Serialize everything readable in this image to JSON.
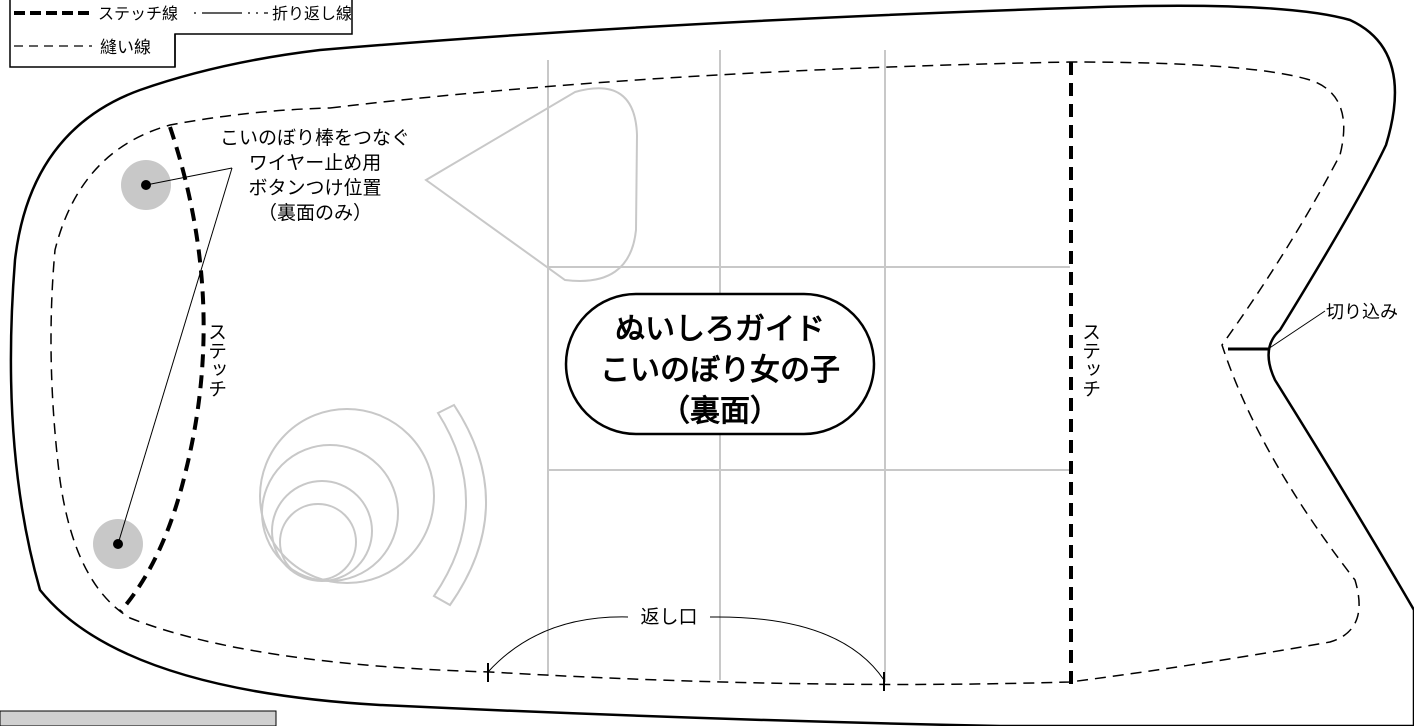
{
  "legend": {
    "stitch_line": "ステッチ線",
    "fold_line": "折り返し線",
    "sewing_line": "縫い線"
  },
  "title": {
    "line1": "ぬいしろガイド",
    "line2": "こいのぼり女の子",
    "line3": "（裏面）"
  },
  "annotation": {
    "line1": "こいのぼり棒をつなぐ",
    "line2": "ワイヤー止め用",
    "line3": "ボタンつけ位置",
    "line4": "（裏面のみ）"
  },
  "stitch_label": "ステッチ",
  "notch_label": "切り込み",
  "opening_label": "返し口",
  "colors": {
    "outline": "#000000",
    "guide": "#c8c8c8",
    "button": "#c8c8c8",
    "footer_bar": "#d0d0d0"
  }
}
